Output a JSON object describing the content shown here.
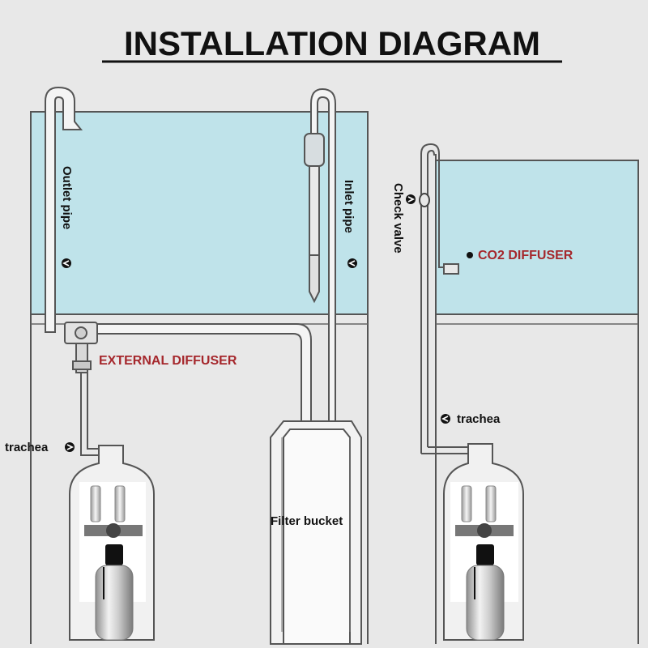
{
  "title": "INSTALLATION DIAGRAM",
  "labels": {
    "outlet_pipe": "Outlet pipe",
    "inlet_pipe": "Inlet pipe",
    "check_valve": "Check valve",
    "co2_diffuser": "CO2 DIFFUSER",
    "external_diffuser": "EXTERNAL DIFFUSER",
    "trachea_left": "trachea",
    "trachea_right": "trachea",
    "filter_bucket": "Filter bucket"
  },
  "colors": {
    "water": "#bfe3ea",
    "label_red": "#a5272c",
    "line": "#333333"
  },
  "icons": {
    "arrow": "circle-arrow-icon"
  }
}
